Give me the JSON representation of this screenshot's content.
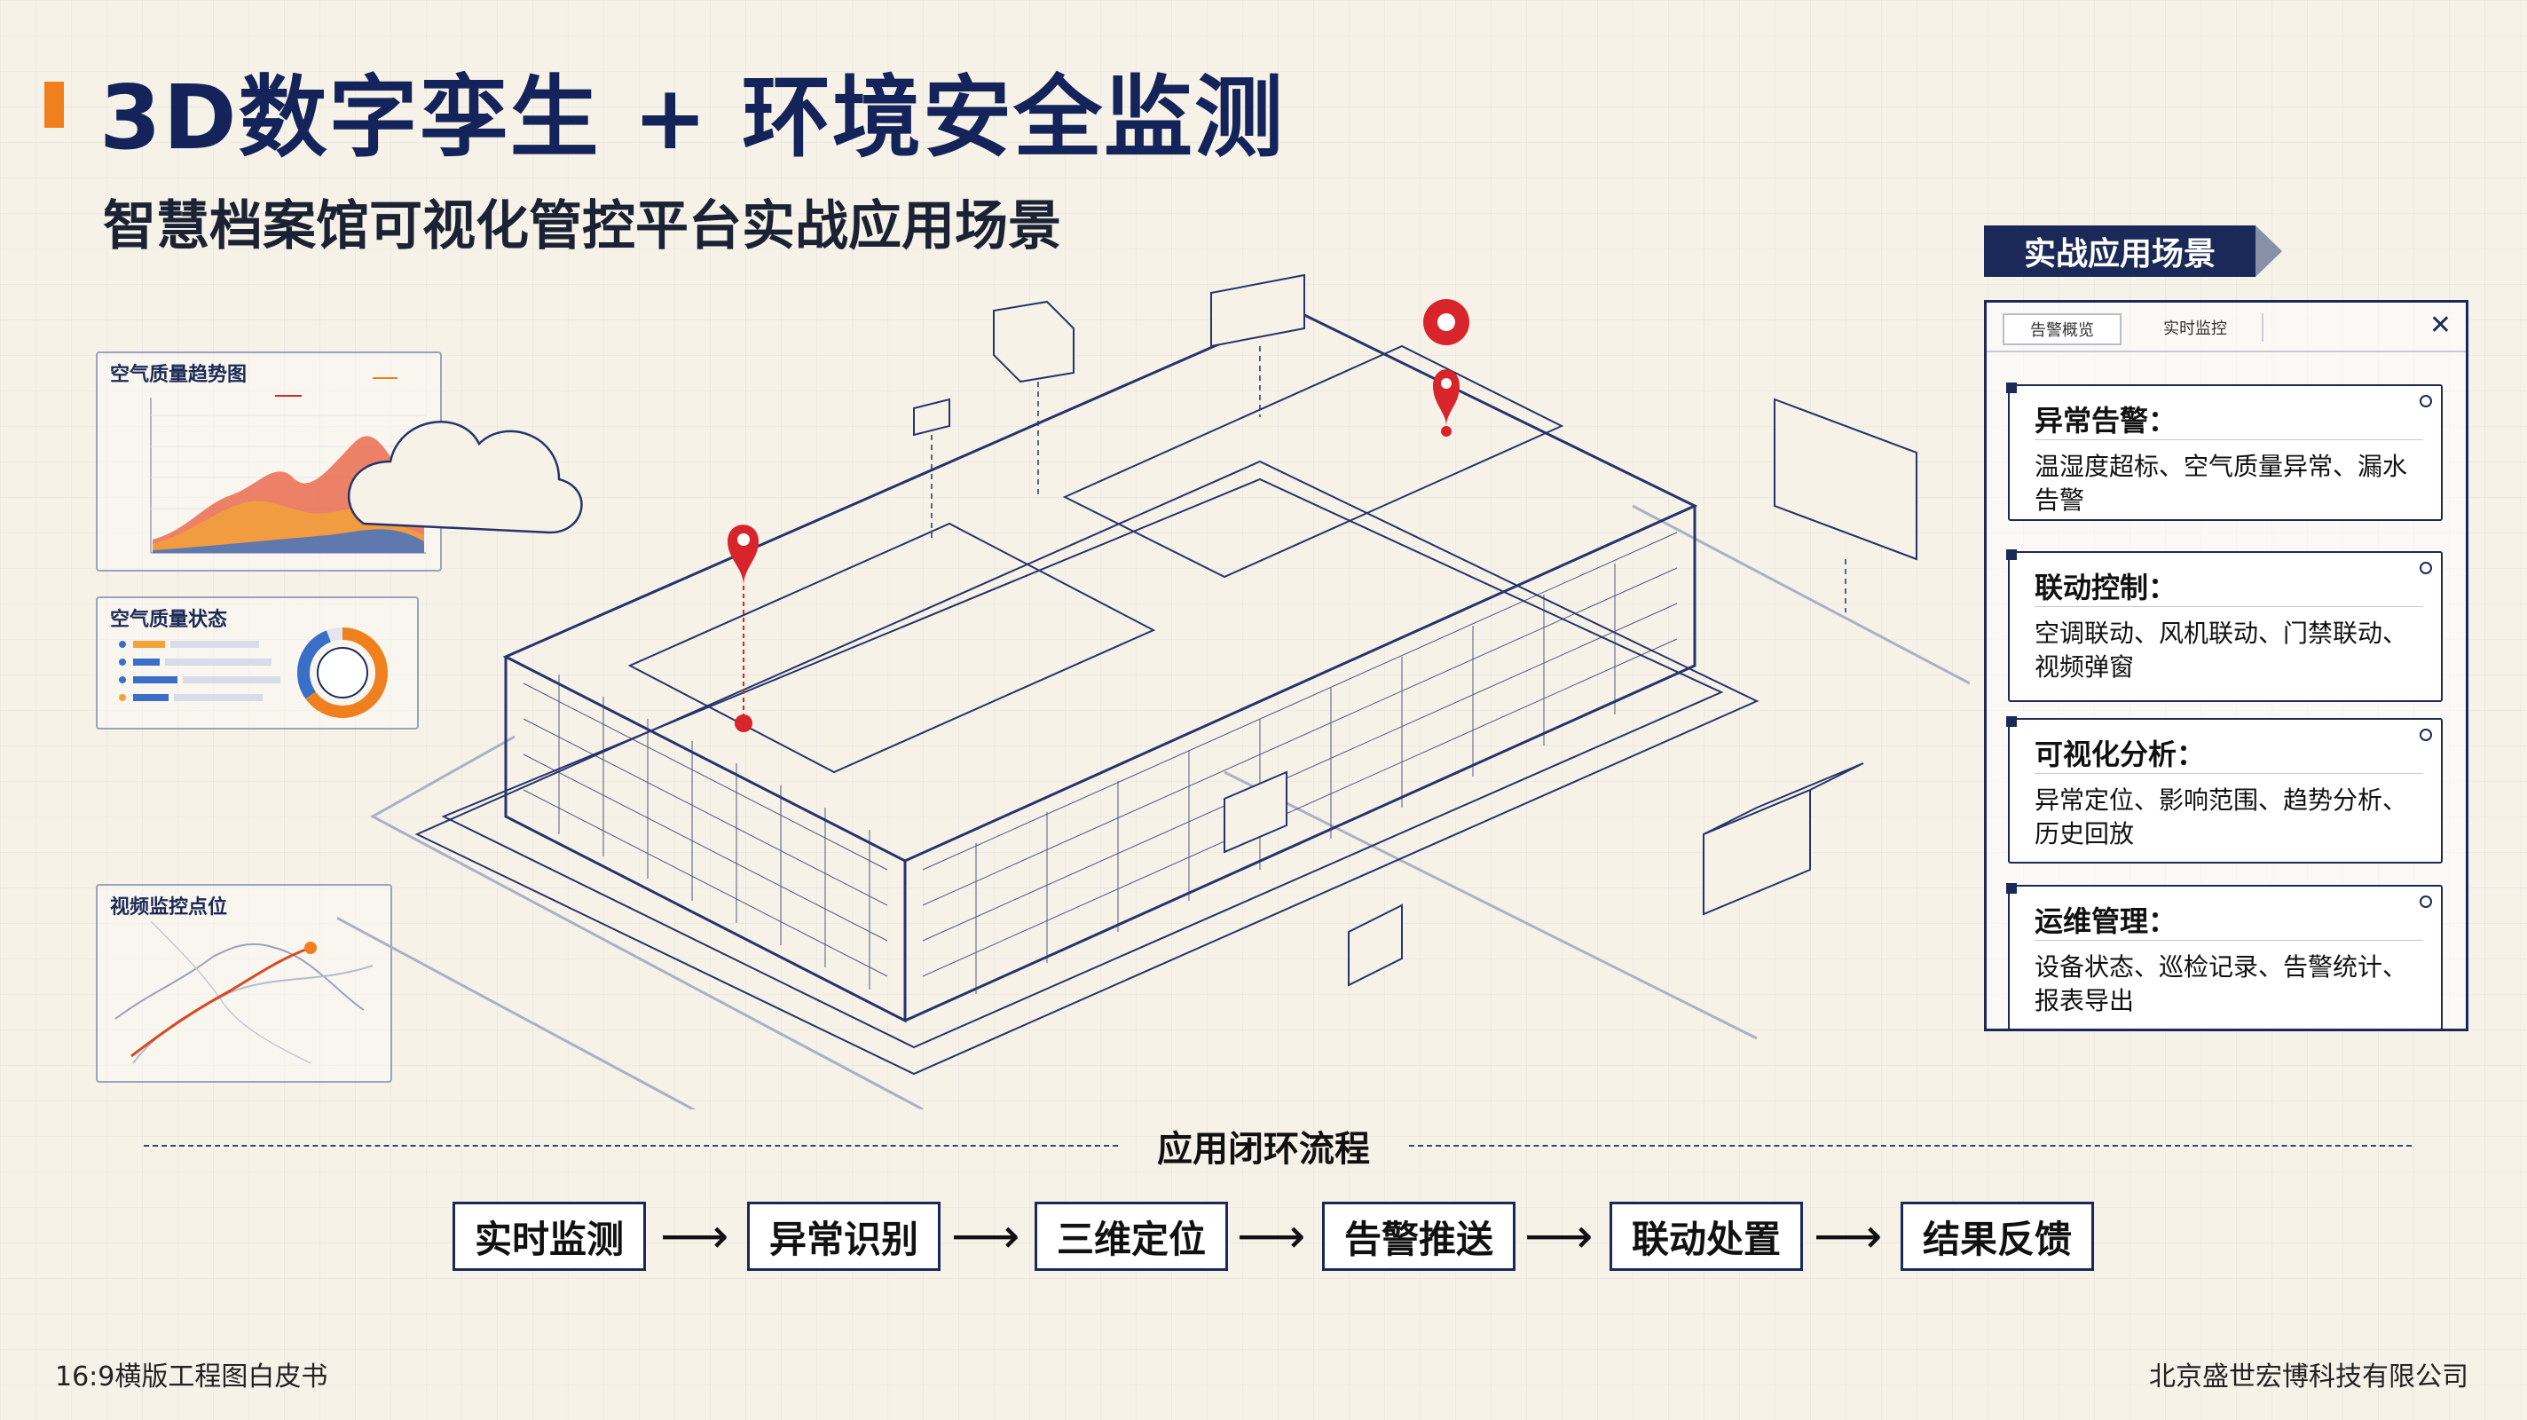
{
  "header": {
    "title": "3D数字孪生 + 环境安全监测",
    "subtitle": "智慧档案馆可视化管控平台实战应用场景"
  },
  "widgets": {
    "air_quality_trend": {
      "title": "空气质量趋势图"
    },
    "air_quality_status": {
      "title": "空气质量状态"
    },
    "video_monitor_points": {
      "title": "视频监控点位"
    }
  },
  "right_panel": {
    "header": "实战应用场景",
    "tabs": [
      "告警概览",
      "实时监控"
    ],
    "close_icon": "close-icon",
    "cards": [
      {
        "title": "异常告警：",
        "body": "温湿度超标、空气质量异常、漏水告警"
      },
      {
        "title": "联动控制：",
        "body": "空调联动、风机联动、门禁联动、视频弹窗"
      },
      {
        "title": "可视化分析：",
        "body": "异常定位、影响范围、趋势分析、历史回放"
      },
      {
        "title": "运维管理：",
        "body": "设备状态、巡检记录、告警统计、报表导出"
      }
    ]
  },
  "flow": {
    "title": "应用闭环流程",
    "steps": [
      "实时监测",
      "异常识别",
      "三维定位",
      "告警推送",
      "联动处置",
      "结果反馈"
    ]
  },
  "footer": {
    "left": "16:9横版工程图白皮书",
    "right": "北京盛世宏博科技有限公司"
  },
  "colors": {
    "navy": "#1a2957",
    "orange_accent": "#f07f1d",
    "alarm_red": "#d8242b",
    "background": "#f6f2e8"
  }
}
